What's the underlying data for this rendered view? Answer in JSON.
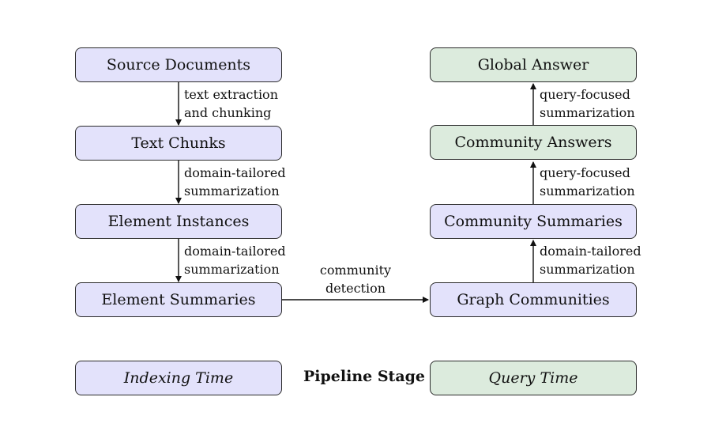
{
  "left_column": {
    "source_documents": "Source Documents",
    "text_chunks": "Text Chunks",
    "element_instances": "Element Instances",
    "element_summaries": "Element Summaries"
  },
  "right_column": {
    "global_answer": "Global Answer",
    "community_answers": "Community Answers",
    "community_summaries": "Community Summaries",
    "graph_communities": "Graph Communities"
  },
  "edges": {
    "text_extraction": [
      "text extraction",
      "and chunking"
    ],
    "domain_summ_1": [
      "domain-tailored",
      "summarization"
    ],
    "domain_summ_2": [
      "domain-tailored",
      "summarization"
    ],
    "community_detection": [
      "community",
      "detection"
    ],
    "domain_summ_3": [
      "domain-tailored",
      "summarization"
    ],
    "query_summ_1": [
      "query-focused",
      "summarization"
    ],
    "query_summ_2": [
      "query-focused",
      "summarization"
    ]
  },
  "legend": {
    "indexing_time": "Indexing Time",
    "pipeline_stage": "Pipeline Stage",
    "query_time": "Query Time"
  },
  "colors": {
    "indexing_fill": "#e3e2fb",
    "query_fill": "#dcebdd",
    "stroke": "#2b2b2b"
  }
}
